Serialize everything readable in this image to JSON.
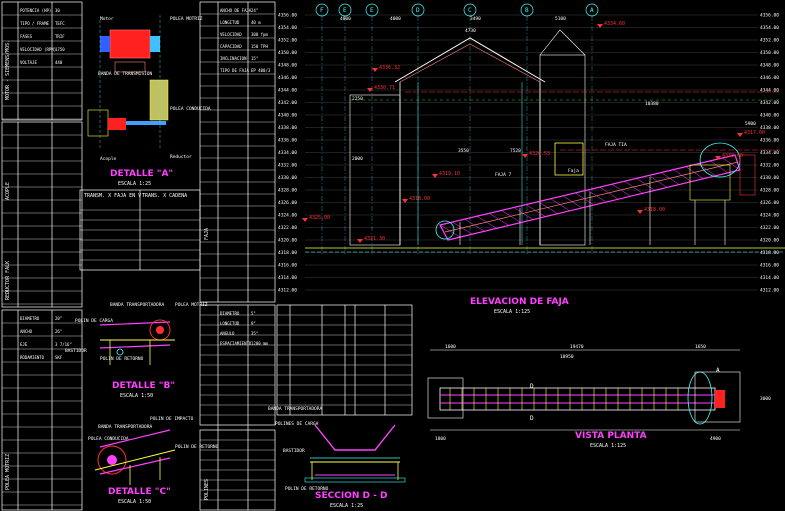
{
  "detail_a": {
    "title": "DETALLE \"A\"",
    "scale": "ESCALA 1:25",
    "labels": [
      "Motor",
      "POLEA MOTRIZ",
      "BANDA DE TRANSMISION",
      "POLEA CONDUCIDA",
      "Acople",
      "Reductor"
    ]
  },
  "detail_b": {
    "title": "DETALLE \"B\"",
    "scale": "ESCALA 1:50",
    "labels": [
      "BANDA TRANSPORTADORA",
      "POLEA MOTRIZ",
      "POLIN DE CARGA",
      "BASTIDOR",
      "POLIN DE RETORNO"
    ]
  },
  "detail_c": {
    "title": "DETALLE \"C\"",
    "scale": "ESCALA 1:50",
    "labels": [
      "BANDA TRANSPORTADORA",
      "POLIN DE IMPACTO",
      "POLEA CONDUCIDA",
      "POLIN DE RETORNO"
    ]
  },
  "section_dd": {
    "title": "SECCION D - D",
    "scale": "ESCALA 1:25",
    "labels": [
      "BANDA TRANSPORTADORA",
      "POLINES DE CARGA",
      "BASTIDOR",
      "POLIN DE RETORNO"
    ]
  },
  "elevation": {
    "title": "ELEVACION DE FAJA",
    "scale": "ESCALA 1:125",
    "grid_letters": [
      "F",
      "E",
      "E",
      "D",
      "C",
      "B",
      "A"
    ],
    "top_dims": [
      "4000",
      "4000",
      "3490",
      "5100",
      "4730"
    ],
    "dims": [
      "10380",
      "3550",
      "7520",
      "2250",
      "2000",
      "5900"
    ],
    "levels_left": [
      "4356.00",
      "4354.00",
      "4352.00",
      "4350.00",
      "4348.00",
      "4346.00",
      "4344.00",
      "4342.00",
      "4340.00",
      "4338.00",
      "4336.00",
      "4334.00",
      "4332.00",
      "4330.00",
      "4328.00",
      "4326.00",
      "4324.00",
      "4322.00",
      "4320.00",
      "4318.00",
      "4316.00",
      "4314.00",
      "4312.00"
    ],
    "levels_right": [
      "4356.00",
      "4354.00",
      "4352.00",
      "4350.00",
      "4348.00",
      "4346.00",
      "4344.00",
      "4342.00",
      "4340.00",
      "4338.00",
      "4336.00",
      "4334.00",
      "4332.00",
      "4330.00",
      "4328.00",
      "4326.00",
      "4324.00",
      "4322.00",
      "4320.00",
      "4318.00",
      "4316.00",
      "4314.00",
      "4312.00"
    ],
    "red_levels": [
      "4334.60",
      "4336.32",
      "4330.71",
      "4325.00",
      "4321.30",
      "4318.00",
      "4326.53",
      "4319.10",
      "4317.00",
      "4338.00",
      "4318.00"
    ],
    "tags": [
      "FAJA TIA",
      "FAJA 7",
      "Faja"
    ]
  },
  "plan": {
    "title": "VISTA PLANTA",
    "scale": "ESCALA 1:125",
    "dims": [
      "1600",
      "19470",
      "1650",
      "18950",
      "1800",
      "3000",
      "4900"
    ],
    "marks": [
      "A",
      "D",
      "D"
    ]
  },
  "tables": {
    "motor_header": "MOTOR - SIEMENS/MOS.",
    "acople_header": "ACOPLE",
    "reductor_header": "REDUCTOR FALK",
    "faja_header": "FAJA",
    "trans_header": "TRANSM. X FAJA EN V",
    "trans_header2": "TRANS. X CADENA",
    "polea_header": "POLEA MOTRIZ",
    "polin_header": "POLINES",
    "rows_motor": [
      "POTENCIA (HP)",
      "TIPO / FRAME",
      "FASES",
      "VELOCIDAD (RPM)",
      "VOLTAJE"
    ],
    "vals_motor": [
      "30",
      "TEFC",
      "TRIF",
      "1750",
      "440"
    ],
    "rows_faja": [
      "ANCHO DE FAJA",
      "LONGITUD",
      "VELOCIDAD",
      "CAPACIDAD",
      "INCLINACION",
      "TIPO DE FAJA"
    ],
    "vals_faja": [
      "24\"",
      "40 m",
      "300 fpm",
      "150 TPH",
      "15°",
      "EP 400/3"
    ],
    "rows_polea": [
      "DIAMETRO",
      "ANCHO",
      "EJE",
      "RODAMIENTO"
    ],
    "vals_polea": [
      "20\"",
      "26\"",
      "3 7/16\"",
      "SKF"
    ],
    "rows_polin": [
      "DIAMETRO",
      "LONGITUD",
      "ANGULO",
      "ESPACIAMIENTO"
    ],
    "vals_polin": [
      "5\"",
      "9\"",
      "35°",
      "1200 mm"
    ]
  }
}
